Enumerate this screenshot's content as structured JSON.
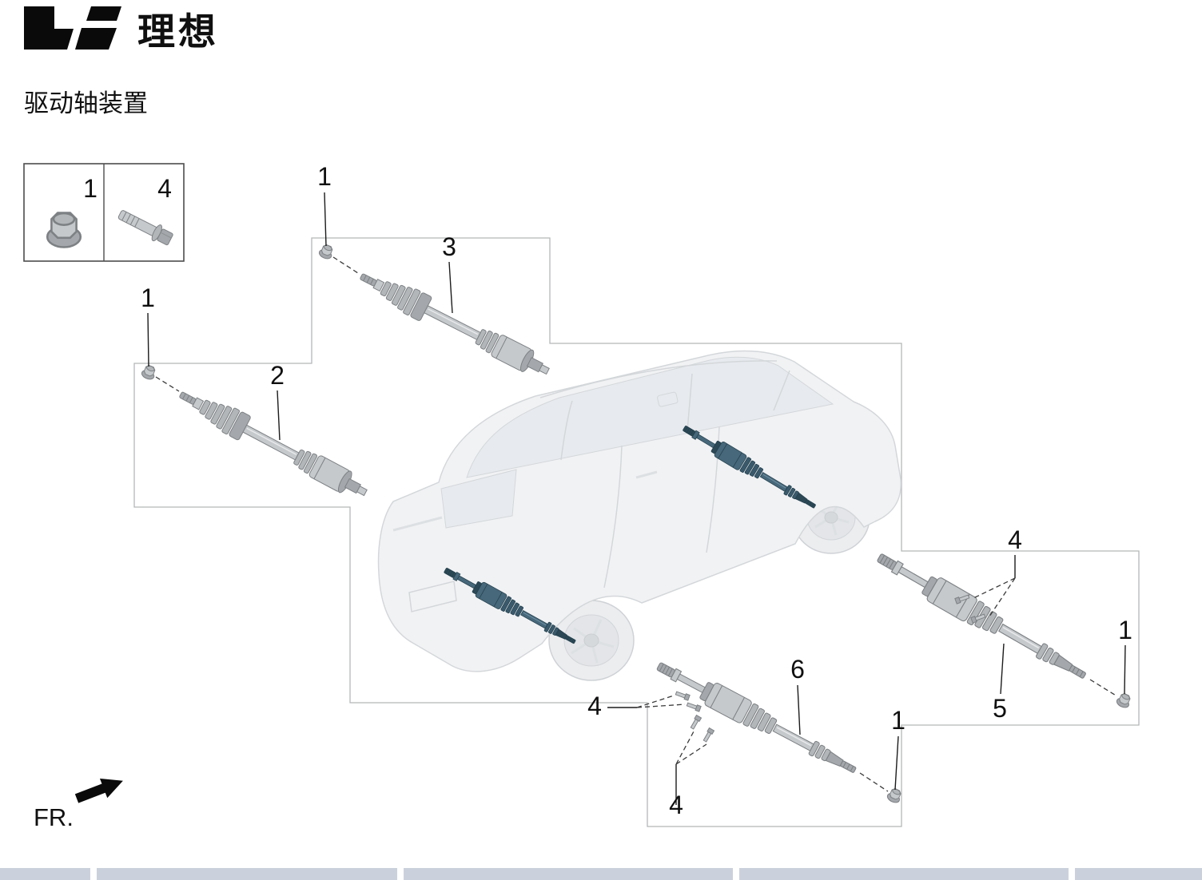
{
  "brand": {
    "logo_text": "理想",
    "logo_icon": "li-auto-logo-icon"
  },
  "page": {
    "title": "驱动轴装置",
    "front_label": "FR."
  },
  "legend": {
    "items": [
      {
        "label": "1",
        "icon": "flange-nut-icon"
      },
      {
        "label": "4",
        "icon": "flange-bolt-icon"
      }
    ]
  },
  "callouts": {
    "part2": "2",
    "part2_nut": "1",
    "part3": "3",
    "part3_nut": "1",
    "part5": "5",
    "part5_nut": "1",
    "part5_bolt": "4",
    "part6": "6",
    "part6_nut": "1",
    "part6_bolt_side": "4",
    "part6_bolt_bottom": "4"
  },
  "vehicle": {
    "type": "suv-ghost",
    "highlight_shaft_color": "#3a5a6c",
    "ghost_line_color": "#d4d7da"
  },
  "footer": {
    "cells": [
      "",
      "",
      "",
      "",
      ""
    ],
    "cell_color": "#cbd1dc"
  }
}
